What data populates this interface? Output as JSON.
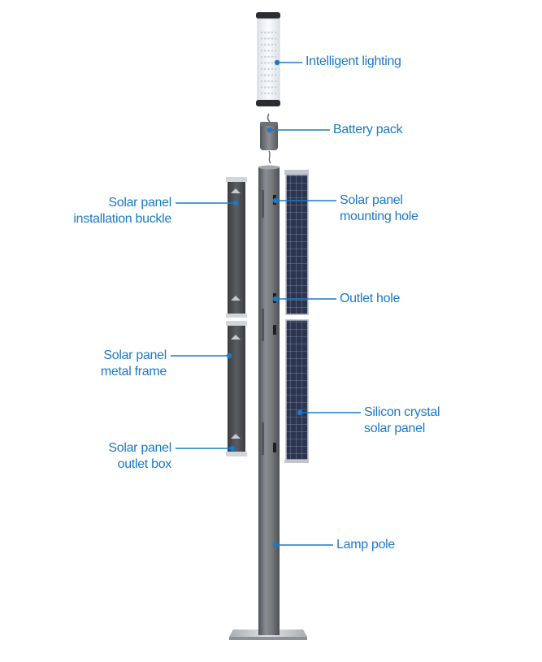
{
  "colors": {
    "label": "#1a7ac8",
    "leader": "#1a7ac8",
    "pole": "#76797d",
    "pole_dark": "#54575b",
    "pole_light": "#a2a5a9",
    "panel_cell": "#2c3550",
    "panel_frame": "#b7bcc4",
    "metal_frame": "#4a4c50",
    "lamp_glass": "#eef1f4",
    "led": "#c9ced5",
    "cap": "#2b2c2f",
    "base": "#c4c6c9"
  },
  "labels": {
    "intelligent_lighting": [
      "Intelligent lighting"
    ],
    "battery_pack": [
      "Battery pack"
    ],
    "mounting_hole": [
      "Solar panel",
      "mounting hole"
    ],
    "outlet_hole": [
      "Outlet hole"
    ],
    "silicon_panel": [
      "Silicon crystal",
      "solar panel"
    ],
    "lamp_pole": [
      "Lamp pole"
    ],
    "installation_buckle": [
      "Solar panel",
      "installation buckle"
    ],
    "metal_frame": [
      "Solar panel",
      "metal frame"
    ],
    "outlet_box": [
      "Solar panel",
      "outlet box"
    ]
  }
}
